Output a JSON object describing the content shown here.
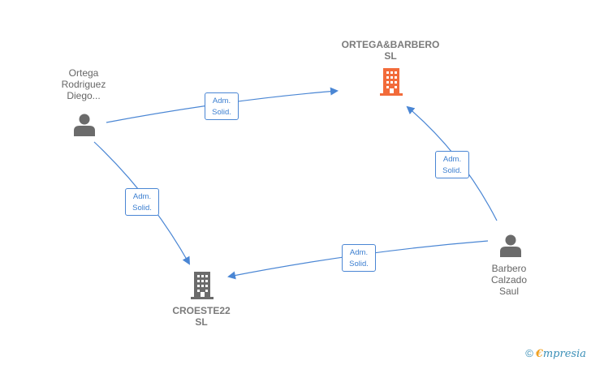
{
  "nodes": {
    "ortega_person": {
      "label_lines": [
        "Ortega",
        "Rodriguez",
        "Diego..."
      ]
    },
    "ortega_barbero": {
      "label_lines": [
        "ORTEGA&BARBERO",
        "SL"
      ],
      "color": "#f26b3a"
    },
    "croeste": {
      "label_lines": [
        "CROESTE22",
        "SL"
      ],
      "color": "#6b6b6b"
    },
    "barbero_person": {
      "label_lines": [
        "Barbero",
        "Calzado",
        "Saul"
      ]
    }
  },
  "edges": [
    {
      "from": "ortega_person",
      "to": "ortega_barbero",
      "label_lines": [
        "Adm.",
        "Solid."
      ]
    },
    {
      "from": "ortega_person",
      "to": "croeste",
      "label_lines": [
        "Adm.",
        "Solid."
      ]
    },
    {
      "from": "barbero_person",
      "to": "ortega_barbero",
      "label_lines": [
        "Adm.",
        "Solid."
      ]
    },
    {
      "from": "barbero_person",
      "to": "croeste",
      "label_lines": [
        "Adm.",
        "Solid."
      ]
    }
  ],
  "colors": {
    "edge": "#4a86d4",
    "person_icon": "#6b6b6b"
  },
  "watermark": {
    "copyright": "©",
    "brand_first": "€",
    "brand_rest": "mpresia"
  }
}
